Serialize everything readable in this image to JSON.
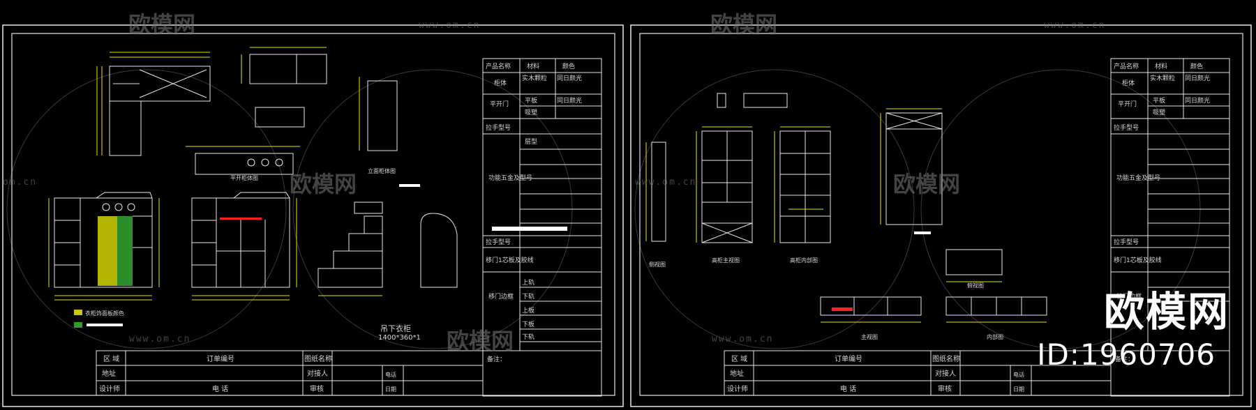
{
  "watermark": {
    "logo_text": "欧模网",
    "site": "www.om.cn",
    "site_short": "om.cn"
  },
  "brand": {
    "name": "欧模网",
    "id_text": "ID:1960706"
  },
  "colors": {
    "line": "#e8e8e8",
    "dim": "#e6e600",
    "accent_red": "#ff2020",
    "green": "#2f9e2f",
    "yellow_fill": "#c8c800"
  },
  "left_sheet": {
    "side_table": {
      "header": [
        "产品名称",
        "材料",
        "颜色"
      ],
      "rows": [
        [
          "柜体",
          "实木颗粒",
          "同日颜光"
        ],
        [
          "平开门",
          "平板",
          "同日颜光"
        ],
        [
          "",
          "吸塑",
          ""
        ],
        [
          "拉手型号",
          "",
          ""
        ],
        [
          "功能五金及型号",
          "层型",
          ""
        ],
        [
          "拉手型号",
          "",
          ""
        ],
        [
          "移门1芯板及胶线",
          "",
          ""
        ],
        [
          "移门边框",
          "上轨",
          ""
        ],
        [
          "",
          "下轨",
          ""
        ],
        [
          "",
          "上板",
          ""
        ],
        [
          "",
          "下板",
          ""
        ],
        [
          "",
          "下轨",
          ""
        ],
        [
          "备注：",
          "",
          ""
        ]
      ]
    },
    "drawing_labels": {
      "door_label": "平开柜体图",
      "note_line1": "吊下衣柜",
      "note_line2": "1400*360*1",
      "elev_label": "立面柜体图",
      "legend1": "衣柜饰面板颜色",
      "legend2": ""
    },
    "title_block": {
      "row1": [
        "区 域",
        "订单编号",
        "图纸名称"
      ],
      "row2": [
        "地址",
        "对接人",
        "电话"
      ],
      "row3": [
        "设计师",
        "电 话",
        "审核",
        "日期"
      ]
    }
  },
  "right_sheet": {
    "side_table": {
      "header": [
        "产品名称",
        "材料",
        "颜色"
      ],
      "rows": [
        [
          "柜体",
          "实木颗粒",
          "同日颜光"
        ],
        [
          "平开门",
          "平板",
          "同日颜光"
        ],
        [
          "",
          "吸塑",
          ""
        ],
        [
          "拉手型号",
          "",
          ""
        ],
        [
          "功能五金及型号",
          "",
          ""
        ],
        [
          "拉手型号",
          "",
          ""
        ],
        [
          "移门1芯板及胶线",
          "",
          ""
        ],
        [
          "移门边框",
          "",
          ""
        ],
        [
          "",
          "",
          ""
        ],
        [
          "",
          "",
          ""
        ],
        [
          "",
          "",
          ""
        ],
        [
          "",
          "",
          ""
        ],
        [
          "备注：",
          "",
          ""
        ]
      ]
    },
    "drawing_labels": {
      "l1": "侧视图",
      "l2": "高柜主视图",
      "l3": "高柜内部图",
      "l4": "俯视图",
      "l5": "主视图",
      "l6": "内部图"
    },
    "title_block": {
      "row1": [
        "区 域",
        "订单编号",
        "图纸名称"
      ],
      "row2": [
        "地址",
        "对接人",
        "电话"
      ],
      "row3": [
        "设计师",
        "电 话",
        "审核",
        "日期"
      ]
    }
  }
}
